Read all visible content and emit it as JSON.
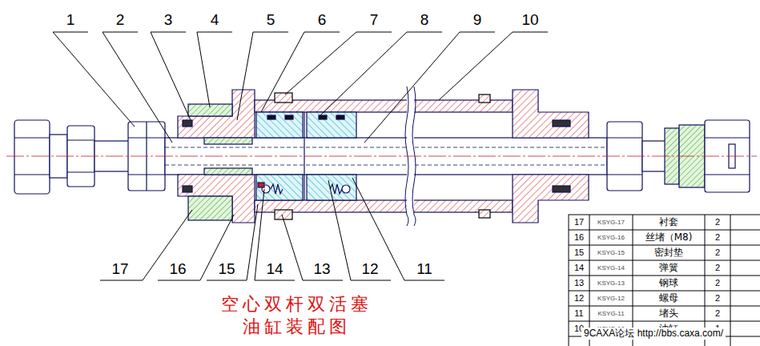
{
  "diagram": {
    "title": "空心双杆双活塞 油缸装配图",
    "labels": [
      "1",
      "2",
      "3",
      "4",
      "5",
      "6",
      "7",
      "8",
      "9",
      "10",
      "17",
      "16",
      "15",
      "14",
      "13",
      "12",
      "11",
      "17",
      "KSYG-17",
      "衬套",
      "2",
      "16",
      "KSYG-16",
      "丝堵（M8)",
      "2",
      "15",
      "KSYG-15",
      "密封垫",
      "2",
      "14",
      "KSYG-14",
      "弹簧",
      "2",
      "13",
      "KSYG-13",
      "钢球",
      "2",
      "12",
      "KSYG-12",
      "螺母",
      "2",
      "11",
      "KSYG-11",
      "堵头",
      "2",
      "10",
      "KSYG-10",
      "油缸",
      "1",
      "9CAXA论坛 http://bbs.caxa.com/"
    ]
  }
}
